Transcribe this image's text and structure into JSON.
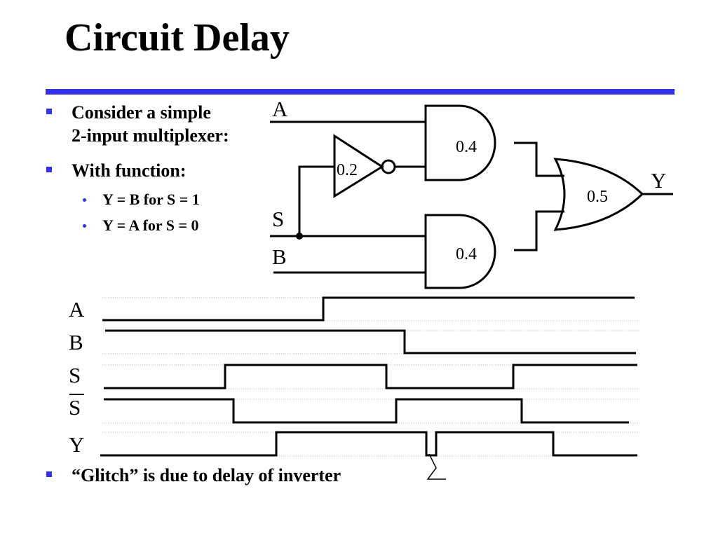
{
  "title": "Circuit Delay",
  "colors": {
    "accent": "#3333ee",
    "ink": "#000000"
  },
  "bullets": {
    "b1_line1": "Consider a simple",
    "b1_line2": "2-input multiplexer:",
    "b2": "With function:",
    "sub1": "Y = B for  S = 1",
    "sub2": "Y = A for  S = 0",
    "b3": "“Glitch” is due to delay of inverter"
  },
  "circuit": {
    "input_a": "A",
    "input_s": "S",
    "input_b": "B",
    "output_y": "Y",
    "inverter_delay": "0.2",
    "and_top_delay": "0.4",
    "and_bottom_delay": "0.4",
    "or_delay": "0.5"
  },
  "timing": {
    "labels": {
      "a": "A",
      "b": "B",
      "s": "S",
      "sbar": "S",
      "y": "Y"
    }
  }
}
